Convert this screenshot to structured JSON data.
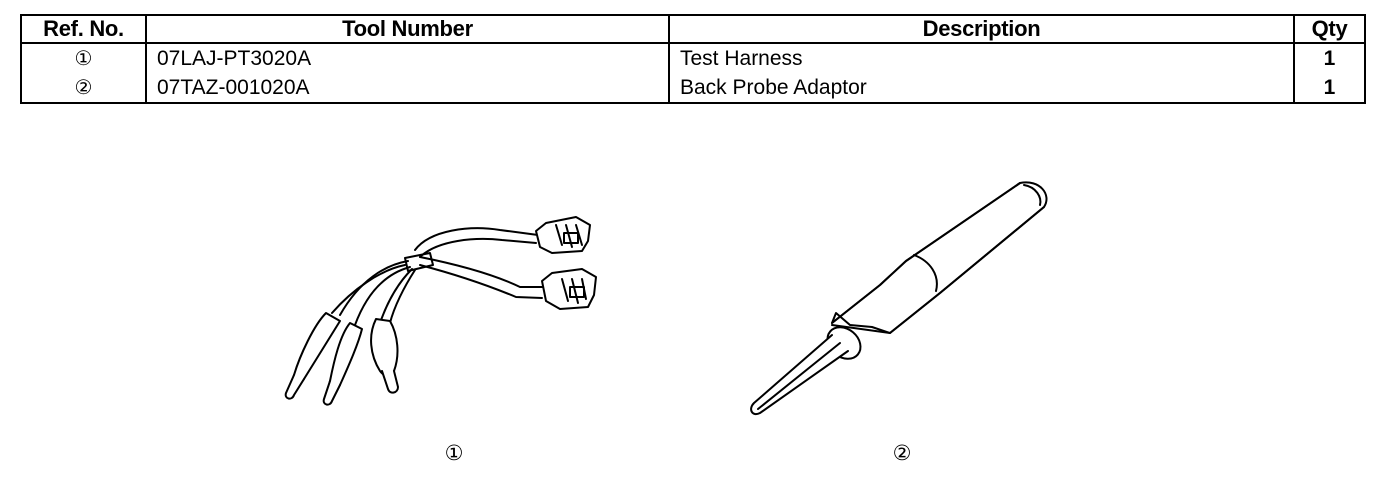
{
  "table": {
    "headers": {
      "ref": "Ref. No.",
      "tool_number": "Tool Number",
      "description": "Description",
      "qty": "Qty"
    },
    "rows": [
      {
        "ref": "①",
        "tool_number": "07LAJ-PT3020A",
        "description": "Test Harness",
        "qty": "1"
      },
      {
        "ref": "②",
        "tool_number": "07TAZ-001020A",
        "description": "Back Probe Adaptor",
        "qty": "1"
      }
    ]
  },
  "figures": [
    {
      "label": "①",
      "icon": "test-harness-illustration"
    },
    {
      "label": "②",
      "icon": "back-probe-adaptor-illustration"
    }
  ]
}
